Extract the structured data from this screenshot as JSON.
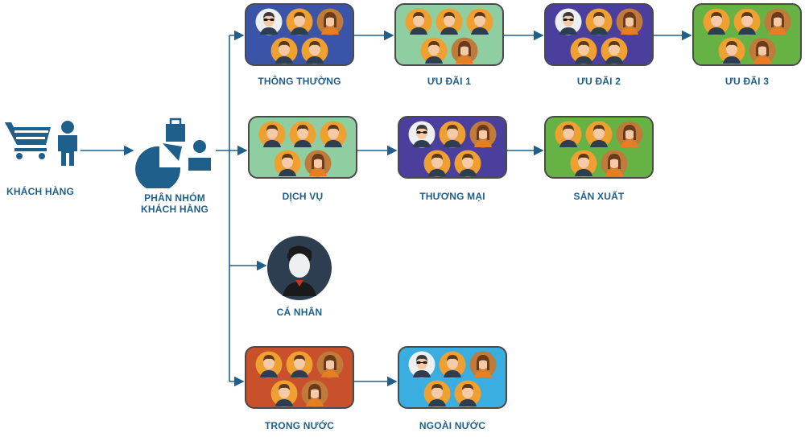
{
  "nodes": {
    "customer": {
      "label": "KHÁCH HÀNG",
      "icon": "shopping-cart-customer-icon"
    },
    "segmentation": {
      "label_line1": "PHÂN NHÓM",
      "label_line2": "KHÁCH HÀNG",
      "icon": "pie-chart-bag-person-icon"
    },
    "individual": {
      "label": "CÁ NHÂN",
      "icon": "person-avatar-icon"
    }
  },
  "groups": [
    {
      "id": "thong-thuong",
      "label": "THÔNG THƯỜNG",
      "color": "#3a55a8",
      "avatars_top": [
        "sunglasses",
        "man",
        "woman"
      ],
      "avatars_bottom": [
        "man",
        "man"
      ]
    },
    {
      "id": "uu-dai-1",
      "label": "ƯU ĐÃI 1",
      "color": "#8fcea0",
      "avatars_top": [
        "man",
        "man",
        "man"
      ],
      "avatars_bottom": [
        "man",
        "woman"
      ]
    },
    {
      "id": "uu-dai-2",
      "label": "ƯU ĐÃI 2",
      "color": "#4b3f9e",
      "avatars_top": [
        "sunglasses",
        "man",
        "woman"
      ],
      "avatars_bottom": [
        "man",
        "man"
      ]
    },
    {
      "id": "uu-dai-3",
      "label": "ƯU ĐÃI 3",
      "color": "#66b244",
      "avatars_top": [
        "man",
        "man",
        "woman"
      ],
      "avatars_bottom": [
        "man",
        "woman"
      ]
    },
    {
      "id": "dich-vu",
      "label": "DỊCH VỤ",
      "color": "#8fcea0",
      "avatars_top": [
        "man",
        "man",
        "man"
      ],
      "avatars_bottom": [
        "man",
        "woman"
      ]
    },
    {
      "id": "thuong-mai",
      "label": "THƯƠNG MẠI",
      "color": "#4b3f9e",
      "avatars_top": [
        "sunglasses",
        "man",
        "woman"
      ],
      "avatars_bottom": [
        "man",
        "man"
      ]
    },
    {
      "id": "san-xuat",
      "label": "SẢN XUẤT",
      "color": "#66b244",
      "avatars_top": [
        "man",
        "man",
        "woman"
      ],
      "avatars_bottom": [
        "man",
        "woman"
      ]
    },
    {
      "id": "trong-nuoc",
      "label": "TRONG NƯỚC",
      "color": "#c8502a",
      "avatars_top": [
        "man",
        "man",
        "woman"
      ],
      "avatars_bottom": [
        "man",
        "woman"
      ]
    },
    {
      "id": "ngoai-nuoc",
      "label": "NGOÀI NƯỚC",
      "color": "#3aaee0",
      "avatars_top": [
        "sunglasses",
        "man",
        "woman"
      ],
      "avatars_bottom": [
        "man",
        "man"
      ]
    }
  ],
  "colors": {
    "connector": "#1f5f8b",
    "label_text": "#1f5f8b",
    "icon_blue": "#1f5f8b",
    "avatar_orange": "#f0a030",
    "avatar_dark": "#2c3e50",
    "avatar_light": "#ecf0f1",
    "avatar_purple": "#b39ddb"
  }
}
